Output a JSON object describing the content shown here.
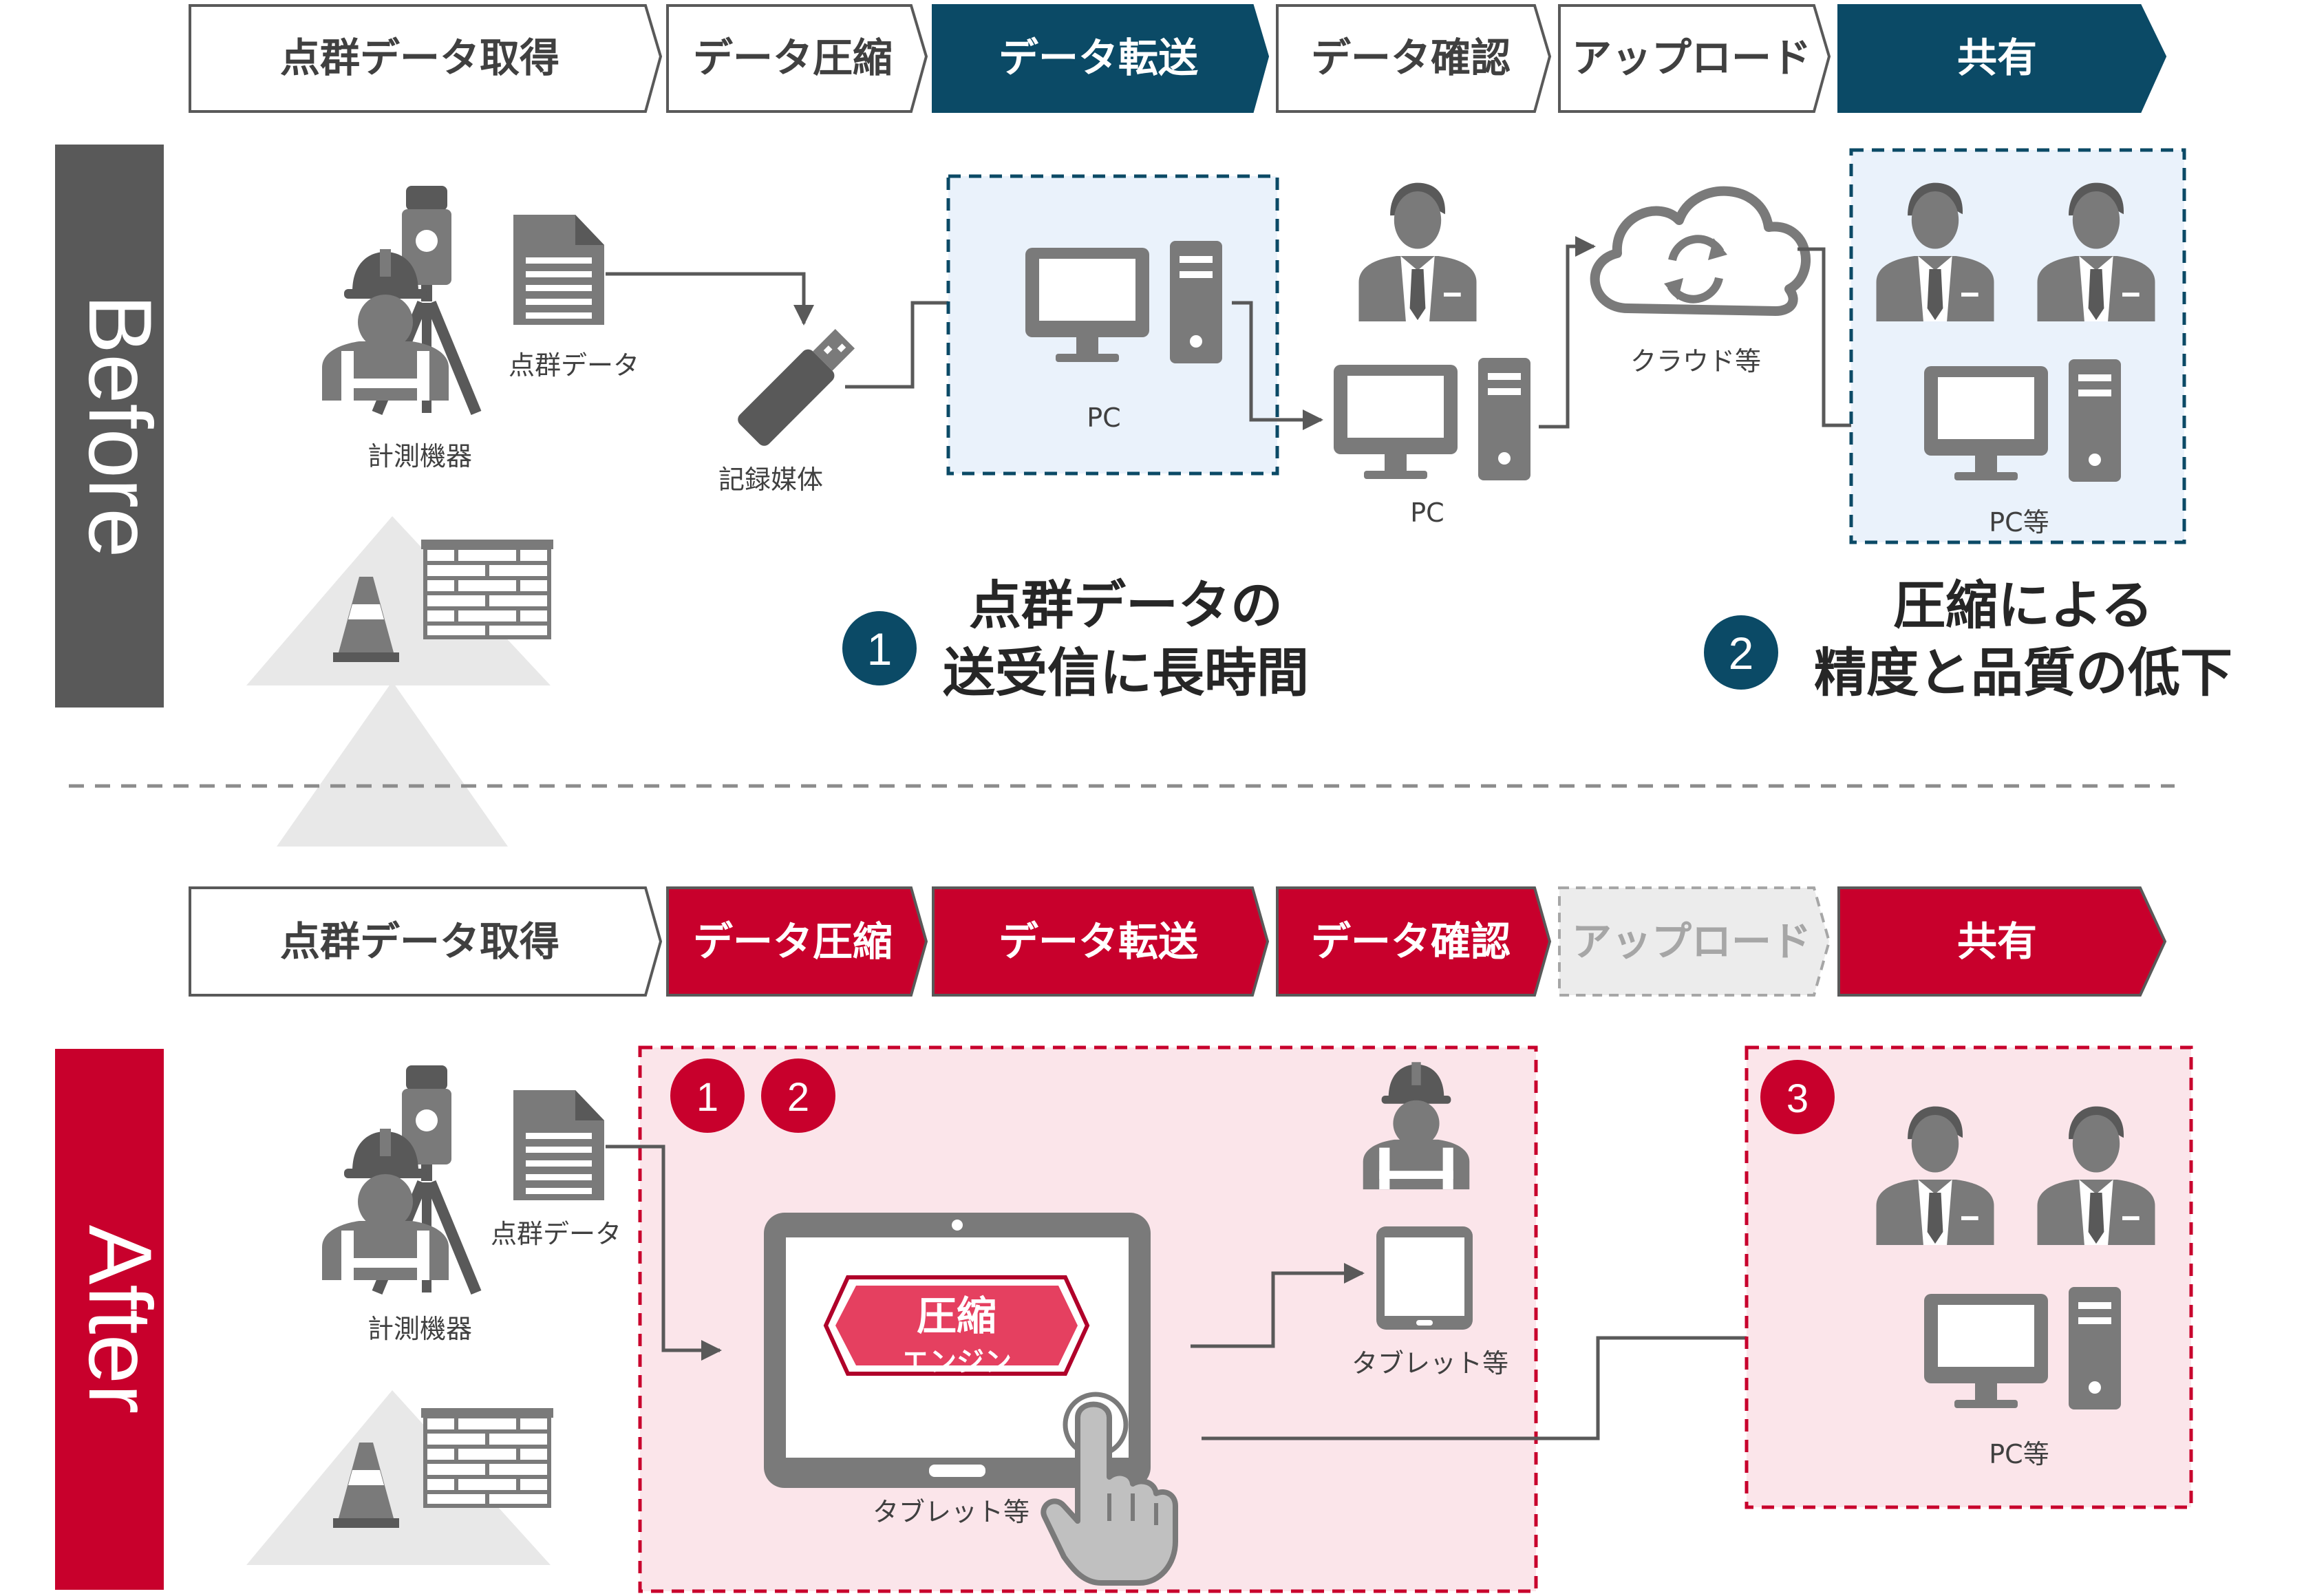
{
  "before": {
    "label": "Before",
    "steps": [
      {
        "label": "点群データ取得",
        "state": "normal"
      },
      {
        "label": "データ圧縮",
        "state": "normal"
      },
      {
        "label": "データ転送",
        "state": "highlight"
      },
      {
        "label": "データ確認",
        "state": "normal"
      },
      {
        "label": "アップロード",
        "state": "normal"
      },
      {
        "label": "共有",
        "state": "highlight"
      }
    ],
    "labels": {
      "measuring_device": "計測機器",
      "point_cloud": "点群データ",
      "storage_media": "記録媒体",
      "pc1": "PC",
      "pc2": "PC",
      "cloud": "クラウド等",
      "pc_etc": "PC等"
    },
    "issues": [
      {
        "number": "1",
        "line1": "点群データの",
        "line2": "送受信に長時間"
      },
      {
        "number": "2",
        "line1": "圧縮による",
        "line2": "精度と品質の低下"
      }
    ]
  },
  "after": {
    "label": "After",
    "steps": [
      {
        "label": "点群データ取得",
        "state": "normal"
      },
      {
        "label": "データ圧縮",
        "state": "active"
      },
      {
        "label": "データ転送",
        "state": "active"
      },
      {
        "label": "データ確認",
        "state": "active"
      },
      {
        "label": "アップロード",
        "state": "disabled"
      },
      {
        "label": "共有",
        "state": "active"
      }
    ],
    "labels": {
      "measuring_device": "計測機器",
      "point_cloud": "点群データ",
      "tablet_main": "タブレット等",
      "tablet_field": "タブレット等",
      "pc_etc": "PC等"
    },
    "engine": {
      "line1": "圧縮",
      "line2": "エンジン"
    },
    "badges": [
      "1",
      "2",
      "3"
    ]
  },
  "colors": {
    "navy": "#0b4a66",
    "red": "#c8002c",
    "engine_red": "#e54060",
    "gray_icon": "#7a7a7a",
    "dark_gray": "#595959",
    "box_blue": "#eaf2fb",
    "box_pink": "#fbe5ea",
    "disabled_fill": "#ececec",
    "disabled_text": "#a6a6a6",
    "triangle": "#e8e8e8"
  }
}
